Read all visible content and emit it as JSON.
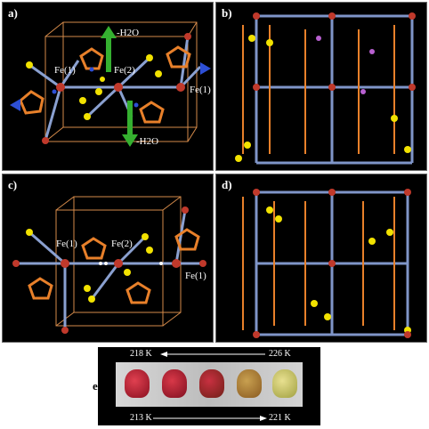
{
  "panels": {
    "a": {
      "label": "a)",
      "atom_labels": [
        "Fe(1)",
        "Fe(2)",
        "Fe(1)"
      ],
      "water_labels": [
        "-H2O",
        "-H2O"
      ]
    },
    "b": {
      "label": "b)"
    },
    "c": {
      "label": "c)",
      "atom_labels": [
        "Fe(1)",
        "Fe(2)",
        "Fe(1)"
      ]
    },
    "d": {
      "label": "d)"
    },
    "e": {
      "label": "e)",
      "top_left_temp": "218 K",
      "top_right_temp": "226 K",
      "bottom_left_temp": "213 K",
      "bottom_right_temp": "221 K"
    }
  },
  "colors": {
    "background": "#000000",
    "iron": "#c0392b",
    "sulfur": "#f2e200",
    "nitrogen": "#2d4fd6",
    "carbon": "#e8802a",
    "water_arrow": "#35b030",
    "cell_edge": "#d48a4a"
  }
}
